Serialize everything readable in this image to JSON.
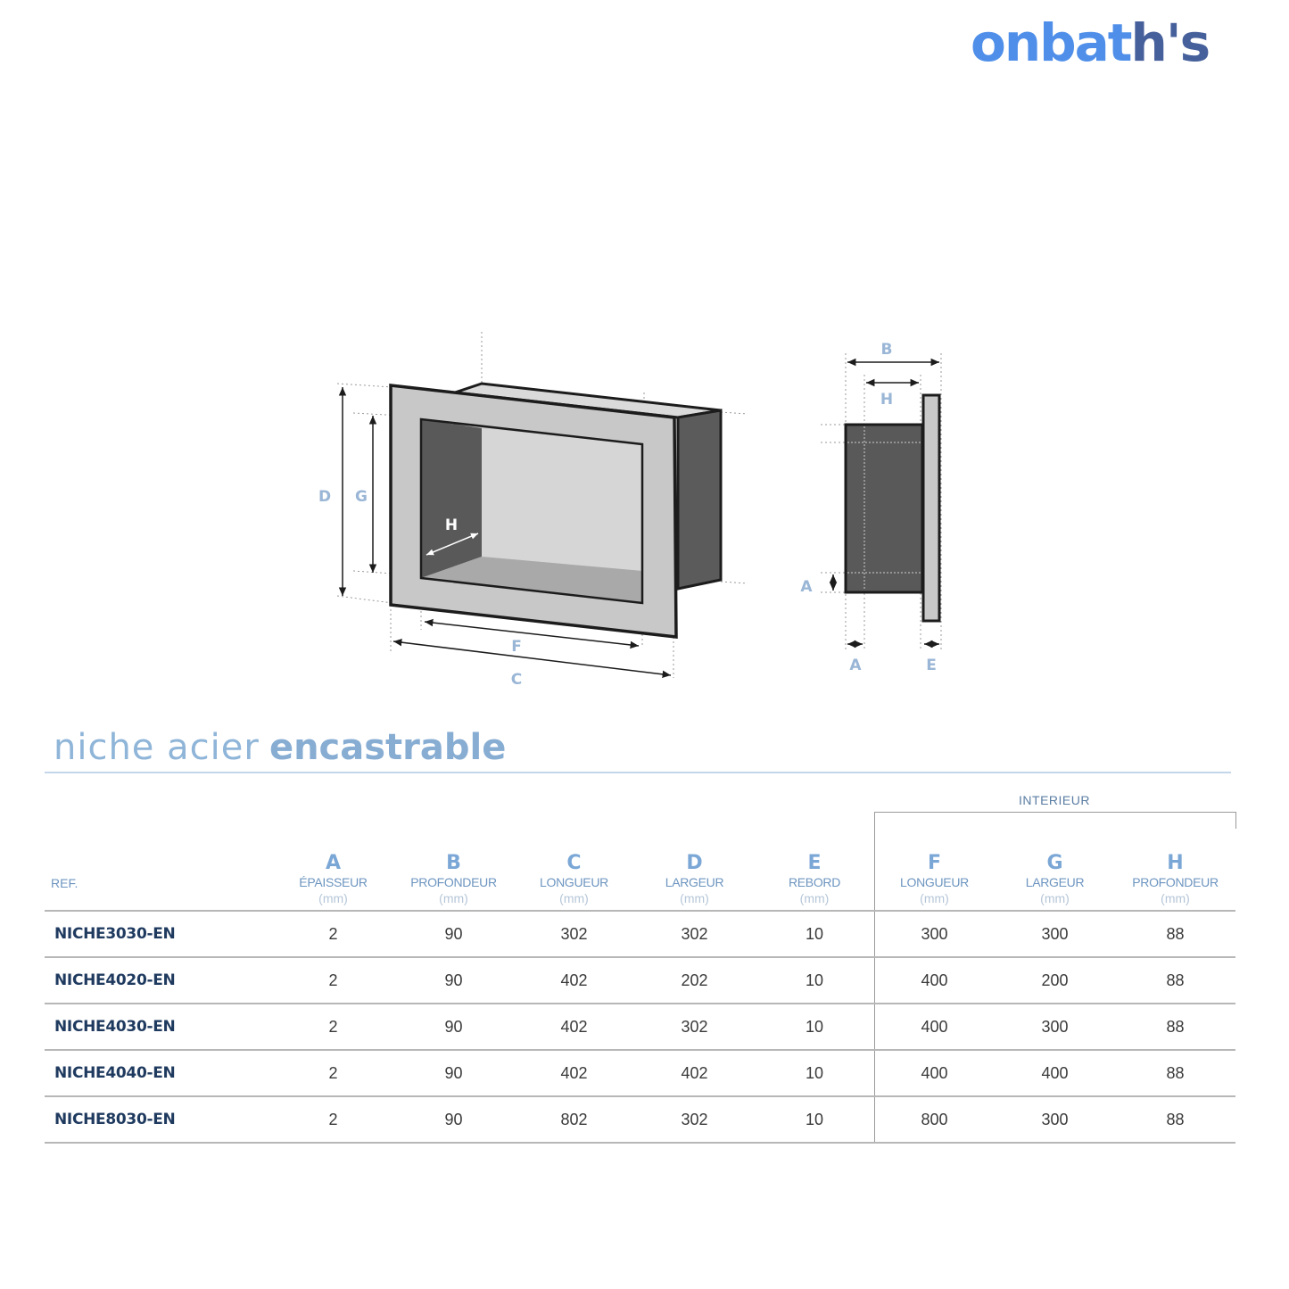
{
  "brand": {
    "logo_text_a": "onbat",
    "logo_text_b": "h's"
  },
  "diagram": {
    "labels": {
      "A": "A",
      "B": "B",
      "C": "C",
      "D": "D",
      "E": "E",
      "F": "F",
      "G": "G",
      "H": "H"
    },
    "colors": {
      "frame": "#c9c9c9",
      "interior": "#d6d6d6",
      "shadow": "#595959",
      "outline": "#1c1c1c",
      "label": "#9ab6d6"
    }
  },
  "title": {
    "light": "niche acier",
    "bold": "encastrable"
  },
  "table": {
    "group_label": "INTERIEUR",
    "ref_header": "REF.",
    "columns": [
      {
        "letter": "A",
        "name": "ÉPAISSEUR",
        "unit": "(mm)"
      },
      {
        "letter": "B",
        "name": "PROFONDEUR",
        "unit": "(mm)"
      },
      {
        "letter": "C",
        "name": "LONGUEUR",
        "unit": "(mm)"
      },
      {
        "letter": "D",
        "name": "LARGEUR",
        "unit": "(mm)"
      },
      {
        "letter": "E",
        "name": "REBORD",
        "unit": "(mm)"
      },
      {
        "letter": "F",
        "name": "LONGUEUR",
        "unit": "(mm)"
      },
      {
        "letter": "G",
        "name": "LARGEUR",
        "unit": "(mm)"
      },
      {
        "letter": "H",
        "name": "PROFONDEUR",
        "unit": "(mm)"
      }
    ],
    "rows": [
      {
        "ref": "NICHE3030-EN",
        "values": [
          "2",
          "90",
          "302",
          "302",
          "10",
          "300",
          "300",
          "88"
        ]
      },
      {
        "ref": "NICHE4020-EN",
        "values": [
          "2",
          "90",
          "402",
          "202",
          "10",
          "400",
          "200",
          "88"
        ]
      },
      {
        "ref": "NICHE4030-EN",
        "values": [
          "2",
          "90",
          "402",
          "302",
          "10",
          "400",
          "300",
          "88"
        ]
      },
      {
        "ref": "NICHE4040-EN",
        "values": [
          "2",
          "90",
          "402",
          "402",
          "10",
          "400",
          "400",
          "88"
        ]
      },
      {
        "ref": "NICHE8030-EN",
        "values": [
          "2",
          "90",
          "802",
          "302",
          "10",
          "800",
          "300",
          "88"
        ]
      }
    ]
  }
}
